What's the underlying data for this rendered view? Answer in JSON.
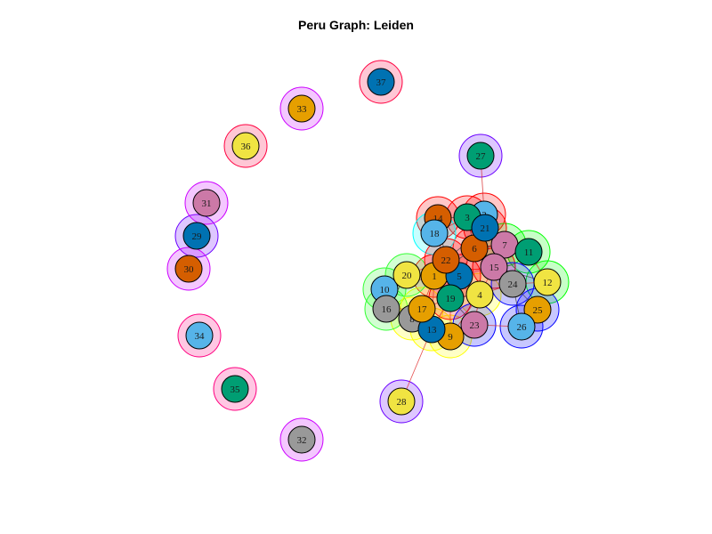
{
  "title": "Peru Graph: Leiden",
  "palette": {
    "orange": "#E69F00",
    "sky": "#56B4E9",
    "green": "#009E73",
    "yellow": "#F0E442",
    "blue": "#0072B2",
    "vermillion": "#D55E00",
    "purple": "#CC79A7",
    "gray": "#999999"
  },
  "nodes": [
    {
      "id": "1",
      "color": "orange",
      "community": "c1"
    },
    {
      "id": "2",
      "color": "sky",
      "community": "c1"
    },
    {
      "id": "3",
      "color": "green",
      "community": "c1"
    },
    {
      "id": "4",
      "color": "yellow",
      "community": "c2"
    },
    {
      "id": "5",
      "color": "blue",
      "community": "c1"
    },
    {
      "id": "6",
      "color": "vermillion",
      "community": "c1"
    },
    {
      "id": "7",
      "color": "purple",
      "community": "c3"
    },
    {
      "id": "8",
      "color": "gray",
      "community": "c2"
    },
    {
      "id": "9",
      "color": "orange",
      "community": "c2"
    },
    {
      "id": "10",
      "color": "sky",
      "community": "c4"
    },
    {
      "id": "11",
      "color": "green",
      "community": "c3"
    },
    {
      "id": "12",
      "color": "yellow",
      "community": "c3"
    },
    {
      "id": "13",
      "color": "blue",
      "community": "c2"
    },
    {
      "id": "14",
      "color": "vermillion",
      "community": "c1"
    },
    {
      "id": "15",
      "color": "purple",
      "community": "c1"
    },
    {
      "id": "16",
      "color": "gray",
      "community": "c4"
    },
    {
      "id": "17",
      "color": "orange",
      "community": "c2"
    },
    {
      "id": "18",
      "color": "sky",
      "community": "c5"
    },
    {
      "id": "19",
      "color": "green",
      "community": "c1"
    },
    {
      "id": "20",
      "color": "yellow",
      "community": "c4"
    },
    {
      "id": "21",
      "color": "blue",
      "community": "c1"
    },
    {
      "id": "22",
      "color": "vermillion",
      "community": "c1"
    },
    {
      "id": "23",
      "color": "purple",
      "community": "c6"
    },
    {
      "id": "24",
      "color": "gray",
      "community": "c6"
    },
    {
      "id": "25",
      "color": "orange",
      "community": "c7"
    },
    {
      "id": "26",
      "color": "sky",
      "community": "c7"
    },
    {
      "id": "27",
      "color": "green",
      "community": "c8"
    },
    {
      "id": "28",
      "color": "yellow",
      "community": "c8"
    },
    {
      "id": "29",
      "color": "blue",
      "community": "c8"
    },
    {
      "id": "30",
      "color": "vermillion",
      "community": "c9"
    },
    {
      "id": "31",
      "color": "purple",
      "community": "c9"
    },
    {
      "id": "32",
      "color": "gray",
      "community": "c9"
    },
    {
      "id": "33",
      "color": "orange",
      "community": "c9"
    },
    {
      "id": "34",
      "color": "sky",
      "community": "c10"
    },
    {
      "id": "35",
      "color": "green",
      "community": "c10"
    },
    {
      "id": "36",
      "color": "yellow",
      "community": "c11"
    },
    {
      "id": "37",
      "color": "blue",
      "community": "c11"
    }
  ],
  "community_colors": {
    "c1": "#FF0000",
    "c2": "#FFFF00",
    "c3": "#00FF00",
    "c4": "#33FF33",
    "c5": "#00FFFF",
    "c6": "#0000FF",
    "c7": "#0000FF",
    "c8": "#6A00FF",
    "c9": "#CC00FF",
    "c10": "#FF0080",
    "c11": "#FF0040"
  },
  "edges": [
    [
      "1",
      "5"
    ],
    [
      "1",
      "22"
    ],
    [
      "1",
      "19"
    ],
    [
      "1",
      "17"
    ],
    [
      "1",
      "20"
    ],
    [
      "1",
      "6"
    ],
    [
      "1",
      "4"
    ],
    [
      "1",
      "13"
    ],
    [
      "5",
      "6"
    ],
    [
      "5",
      "22"
    ],
    [
      "5",
      "19"
    ],
    [
      "5",
      "4"
    ],
    [
      "5",
      "15"
    ],
    [
      "5",
      "21"
    ],
    [
      "6",
      "7"
    ],
    [
      "6",
      "21"
    ],
    [
      "6",
      "22"
    ],
    [
      "6",
      "3"
    ],
    [
      "6",
      "15"
    ],
    [
      "3",
      "21"
    ],
    [
      "3",
      "14"
    ],
    [
      "3",
      "2"
    ],
    [
      "3",
      "18"
    ],
    [
      "2",
      "21"
    ],
    [
      "2",
      "7"
    ],
    [
      "14",
      "18"
    ],
    [
      "14",
      "22"
    ],
    [
      "18",
      "22"
    ],
    [
      "7",
      "11"
    ],
    [
      "7",
      "15"
    ],
    [
      "15",
      "24"
    ],
    [
      "15",
      "4"
    ],
    [
      "15",
      "12"
    ],
    [
      "11",
      "12"
    ],
    [
      "24",
      "12"
    ],
    [
      "24",
      "25"
    ],
    [
      "4",
      "23"
    ],
    [
      "4",
      "9"
    ],
    [
      "4",
      "19"
    ],
    [
      "4",
      "24"
    ],
    [
      "19",
      "17"
    ],
    [
      "19",
      "23"
    ],
    [
      "19",
      "13"
    ],
    [
      "19",
      "9"
    ],
    [
      "17",
      "8"
    ],
    [
      "17",
      "13"
    ],
    [
      "17",
      "16"
    ],
    [
      "16",
      "10"
    ],
    [
      "10",
      "20"
    ],
    [
      "20",
      "22"
    ],
    [
      "20",
      "16"
    ],
    [
      "8",
      "13"
    ],
    [
      "13",
      "9"
    ],
    [
      "9",
      "23"
    ],
    [
      "23",
      "26"
    ],
    [
      "26",
      "25"
    ],
    [
      "24",
      "26"
    ],
    [
      "8",
      "16"
    ],
    [
      "1",
      "10"
    ],
    [
      "22",
      "21"
    ],
    [
      "27",
      "21"
    ],
    [
      "28",
      "13"
    ]
  ]
}
